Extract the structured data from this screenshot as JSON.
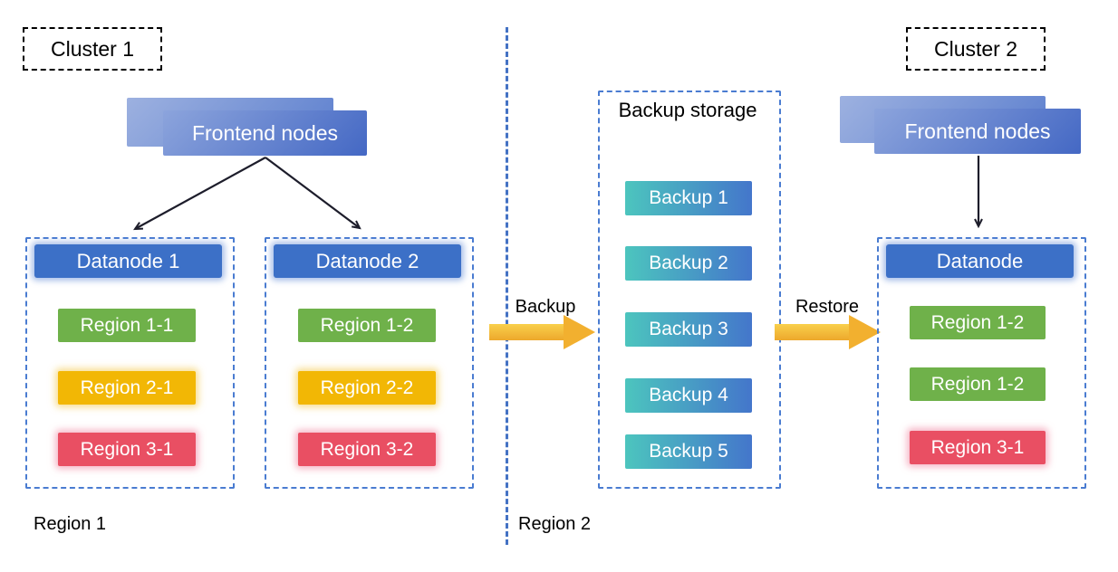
{
  "cluster1": {
    "label": "Cluster 1",
    "frontend_label": "Frontend nodes",
    "datanodes": [
      {
        "title": "Datanode 1",
        "regions": [
          {
            "label": "Region 1-1",
            "color": "green"
          },
          {
            "label": "Region 2-1",
            "color": "yellow"
          },
          {
            "label": "Region 3-1",
            "color": "red"
          }
        ]
      },
      {
        "title": "Datanode 2",
        "regions": [
          {
            "label": "Region 1-2",
            "color": "green"
          },
          {
            "label": "Region 2-2",
            "color": "yellow"
          },
          {
            "label": "Region 3-2",
            "color": "red"
          }
        ]
      }
    ]
  },
  "backup_storage": {
    "title": "Backup storage",
    "items": [
      "Backup 1",
      "Backup 2",
      "Backup 3",
      "Backup 4",
      "Backup 5"
    ]
  },
  "cluster2": {
    "label": "Cluster 2",
    "frontend_label": "Frontend nodes",
    "datanode": {
      "title": "Datanode",
      "regions": [
        {
          "label": "Region 1-2",
          "color": "green"
        },
        {
          "label": "Region 1-2",
          "color": "green"
        },
        {
          "label": "Region 3-1",
          "color": "red"
        }
      ]
    }
  },
  "flow": {
    "backup_label": "Backup",
    "restore_label": "Restore"
  },
  "zones": {
    "region1_label": "Region 1",
    "region2_label": "Region 2"
  },
  "colors": {
    "blue_node": "#3C70C7",
    "green": "#6FB14A",
    "yellow": "#F2B705",
    "red": "#E94F63",
    "backup_teal": "#4CC5BE",
    "backup_blue": "#4476CB",
    "arrow_gold_light": "#F9D04C",
    "arrow_gold_dark": "#EDA82C",
    "dashed_blue": "#4A7CD1"
  }
}
